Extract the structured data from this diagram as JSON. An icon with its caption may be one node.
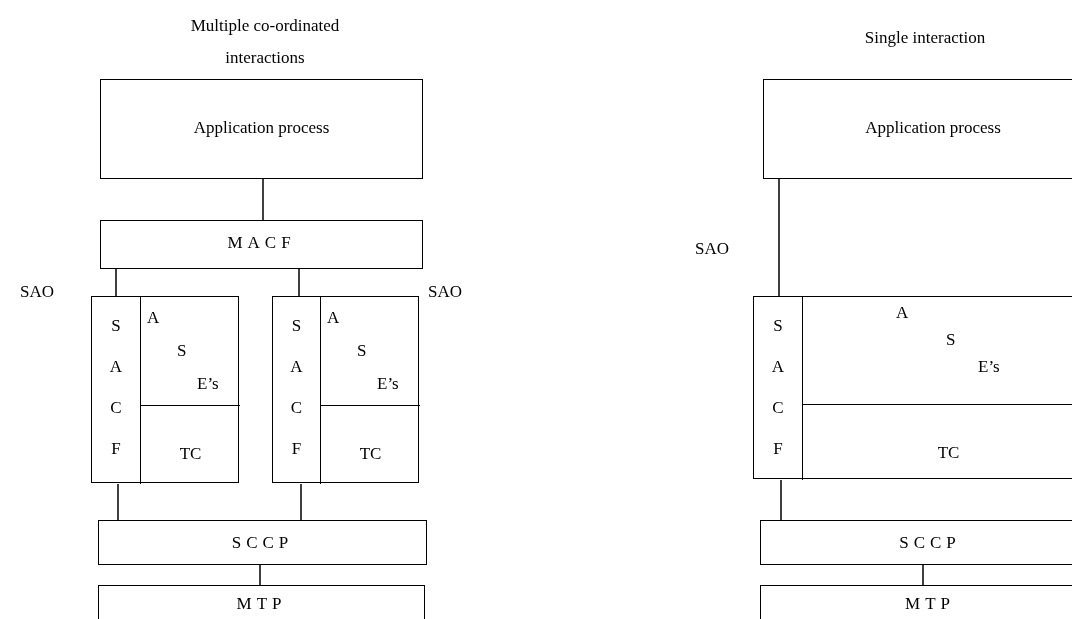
{
  "diagram": {
    "nodes": [
      {
        "text": [
          "Application process"
        ]
      },
      {
        "text": [
          "MACF"
        ]
      },
      {
        "text": [],
        "shape": "box"
      },
      {
        "text": [
          "S A C F"
        ],
        "in": 2
      },
      {
        "text": [
          "A S E’s"
        ],
        "in": 2
      },
      {
        "text": [
          "TC"
        ],
        "in": 2
      },
      {
        "text": [],
        "shape": "box"
      },
      {
        "text": [
          "S A C F"
        ],
        "in": 6
      },
      {
        "text": [
          "A S E’s"
        ],
        "in": 6
      },
      {
        "text": [
          "TC"
        ],
        "in": 6
      },
      {
        "text": [
          "SCCP"
        ]
      },
      {
        "text": [
          "MTP"
        ]
      },
      {
        "text": [
          "Application process"
        ]
      },
      {
        "text": [],
        "shape": "box"
      },
      {
        "text": [
          "S A C F"
        ],
        "in": 13
      },
      {
        "text": [
          "A S E’s"
        ],
        "in": 13
      },
      {
        "text": [
          "TC"
        ],
        "in": 13
      },
      {
        "text": [
          "SCCP"
        ]
      },
      {
        "text": [
          "MTP"
        ]
      }
    ],
    "edges": [
      {
        "from": 0,
        "to": 1,
        "arrow": "none"
      },
      {
        "from": 1,
        "to": 3,
        "arrow": "none"
      },
      {
        "from": 1,
        "to": 7,
        "arrow": "none"
      },
      {
        "from": 3,
        "to": 10,
        "arrow": "none"
      },
      {
        "from": 7,
        "to": 10,
        "arrow": "none"
      },
      {
        "from": 10,
        "to": 11,
        "arrow": "none"
      },
      {
        "from": 12,
        "to": 14,
        "arrow": "none"
      },
      {
        "from": 14,
        "to": 17,
        "arrow": "none"
      },
      {
        "from": 17,
        "to": 18,
        "arrow": "none"
      }
    ],
    "labels": [
      "Multiple co-ordinated interactions",
      "Single interaction",
      "SAO",
      "SAO",
      "SAO"
    ]
  }
}
